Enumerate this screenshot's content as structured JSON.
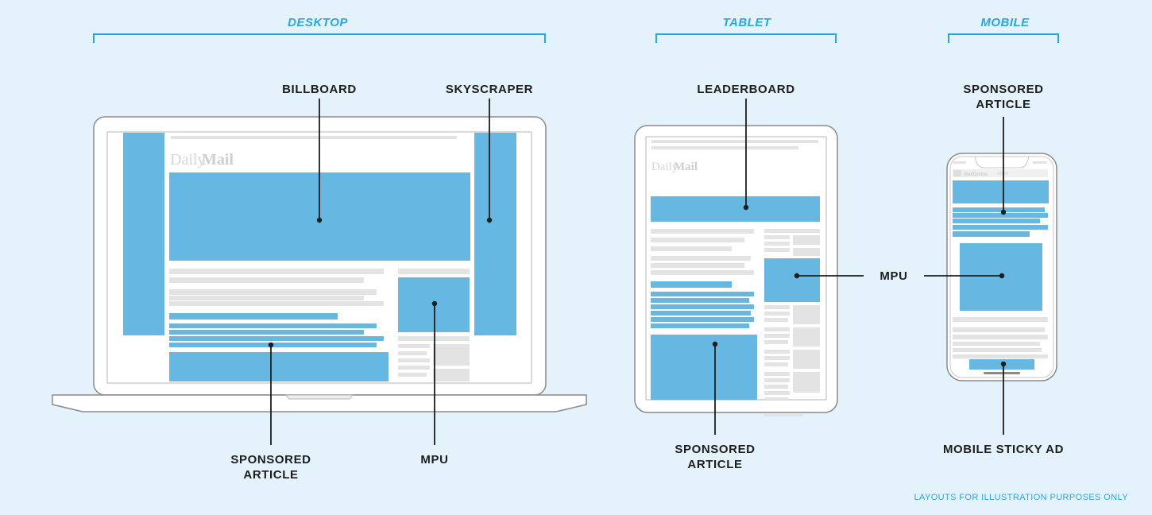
{
  "colors": {
    "background": "#e4f3fb",
    "accent": "#2aa7dc",
    "ad_slot": "#66b8e2",
    "placeholder": "#e3e3e3",
    "device_outline": "#8a8a8a",
    "label": "#1d1d1d"
  },
  "sections": {
    "desktop": "DESKTOP",
    "tablet": "TABLET",
    "mobile": "MOBILE"
  },
  "screens": {
    "masthead": "Daily",
    "masthead_bold": "Mail",
    "mobile_masthead": "MailOnline"
  },
  "callouts": {
    "billboard": "BILLBOARD",
    "skyscraper": "SKYSCRAPER",
    "desktop_sponsored": "SPONSORED\nARTICLE",
    "desktop_mpu": "MPU",
    "leaderboard": "LEADERBOARD",
    "tablet_sponsored": "SPONSORED\nARTICLE",
    "shared_mpu": "MPU",
    "mobile_sponsored": "SPONSORED\nARTICLE",
    "mobile_sticky": "MOBILE STICKY AD"
  },
  "footnote": "LAYOUTS FOR ILLUSTRATION PURPOSES ONLY"
}
